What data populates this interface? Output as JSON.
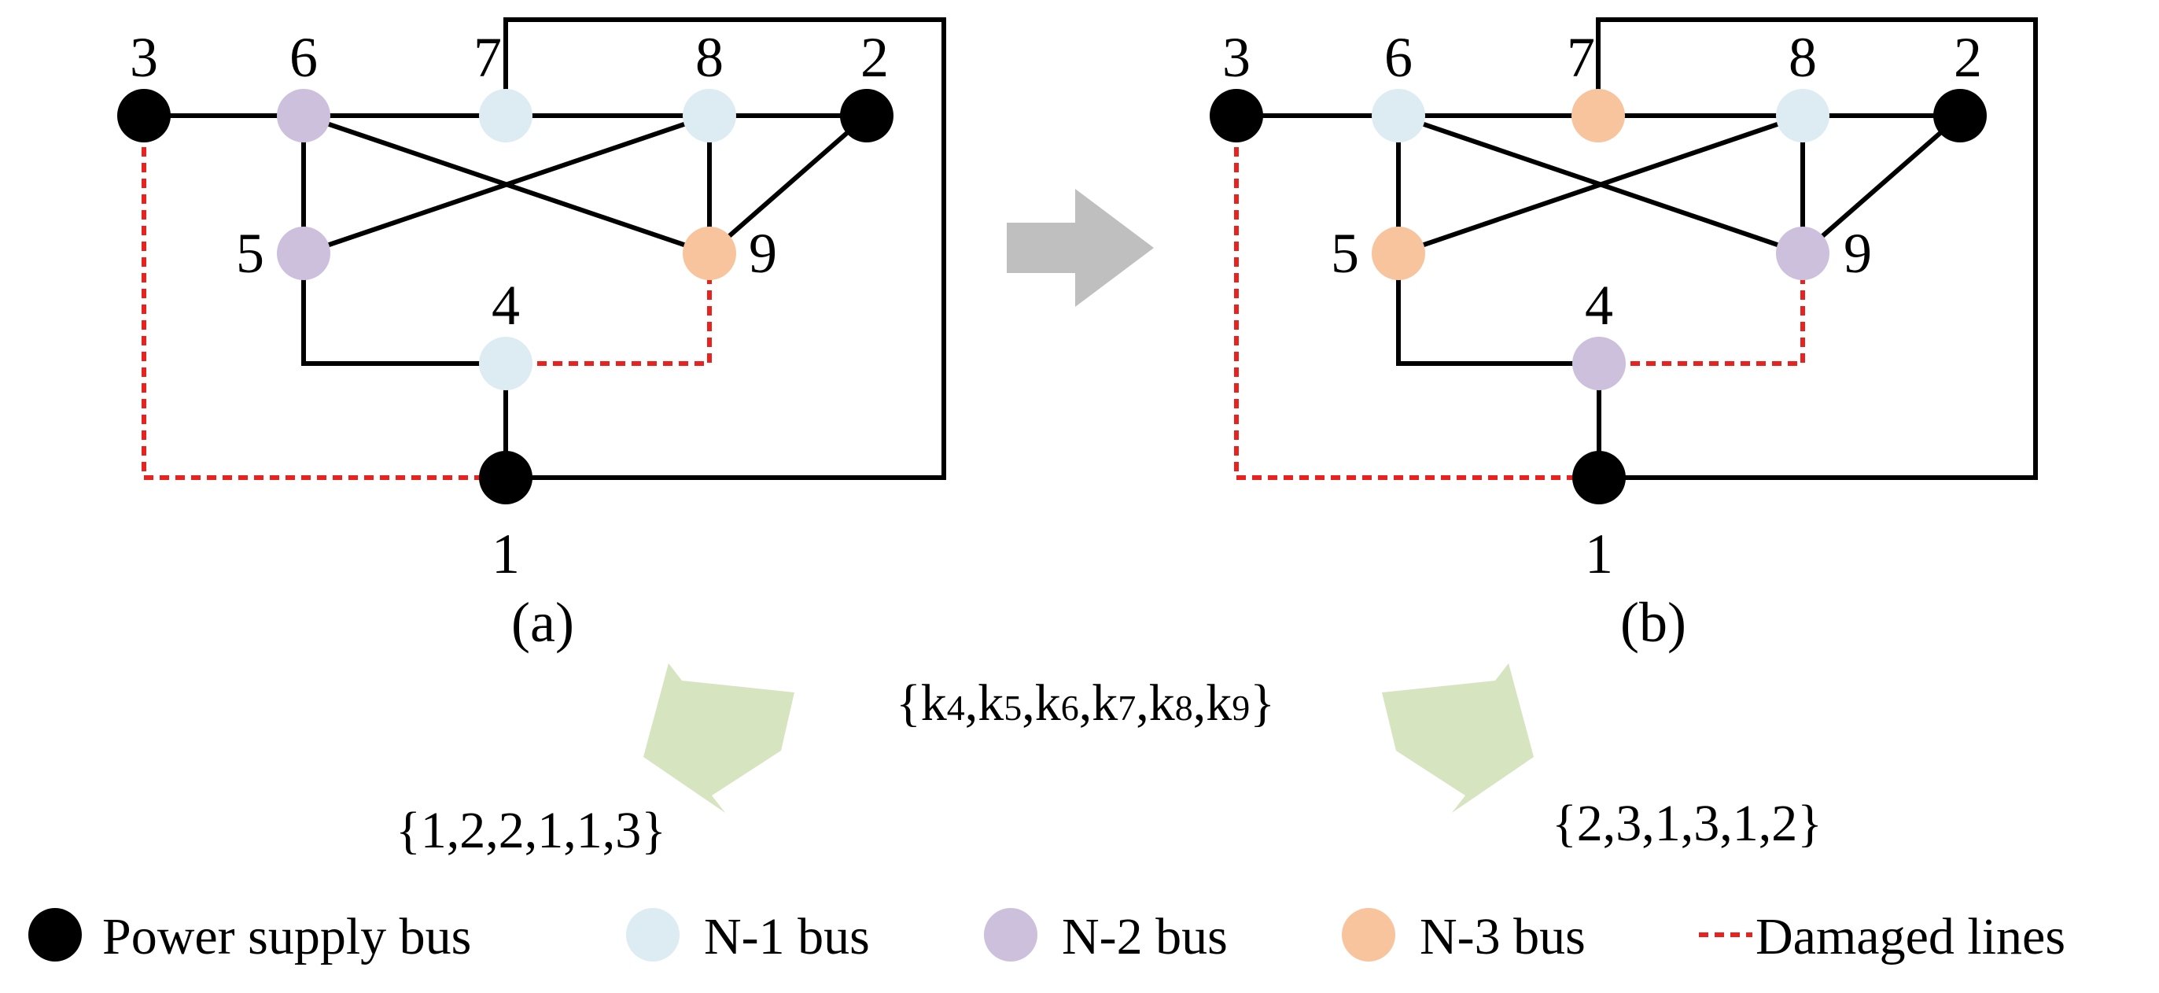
{
  "colors": {
    "power_supply": "#000000",
    "n1": "#dcecf2",
    "n2": "#cdc0dc",
    "n3": "#f8c49e",
    "line": "#000000",
    "damaged": "#e8221f",
    "arrow_gray": "#bfbfbf",
    "arrow_green": "#d6e4c0"
  },
  "diagram_a": {
    "caption": "(a)",
    "node_labels": {
      "n1": "1",
      "n2": "2",
      "n3": "3",
      "n4": "4",
      "n5": "5",
      "n6": "6",
      "n7": "7",
      "n8": "8",
      "n9": "9"
    },
    "node_types": {
      "n1": "power",
      "n2": "power",
      "n3": "power",
      "n4": "N-1",
      "n5": "N-2",
      "n6": "N-2",
      "n7": "N-1",
      "n8": "N-1",
      "n9": "N-3"
    }
  },
  "diagram_b": {
    "caption": "(b)",
    "node_labels": {
      "n1": "1",
      "n2": "2",
      "n3": "3",
      "n4": "4",
      "n5": "5",
      "n6": "6",
      "n7": "7",
      "n8": "8",
      "n9": "9"
    },
    "node_types": {
      "n1": "power",
      "n2": "power",
      "n3": "power",
      "n4": "N-2",
      "n5": "N-3",
      "n6": "N-1",
      "n7": "N-3",
      "n8": "N-1",
      "n9": "N-2"
    }
  },
  "k_set": {
    "open": "{",
    "terms": [
      {
        "k": "k",
        "sub": "4"
      },
      {
        "k": "k",
        "sub": "5"
      },
      {
        "k": "k",
        "sub": "6"
      },
      {
        "k": "k",
        "sub": "7"
      },
      {
        "k": "k",
        "sub": "8"
      },
      {
        "k": "k",
        "sub": "9"
      }
    ],
    "sep": ",",
    "close": "}"
  },
  "values_a": "{1,2,2,1,1,3}",
  "values_b": "{2,3,1,3,1,2}",
  "legend": {
    "power_supply": "Power supply bus",
    "n1": "N-1 bus",
    "n2": "N-2 bus",
    "n3": "N-3 bus",
    "damaged": "Damaged lines"
  }
}
